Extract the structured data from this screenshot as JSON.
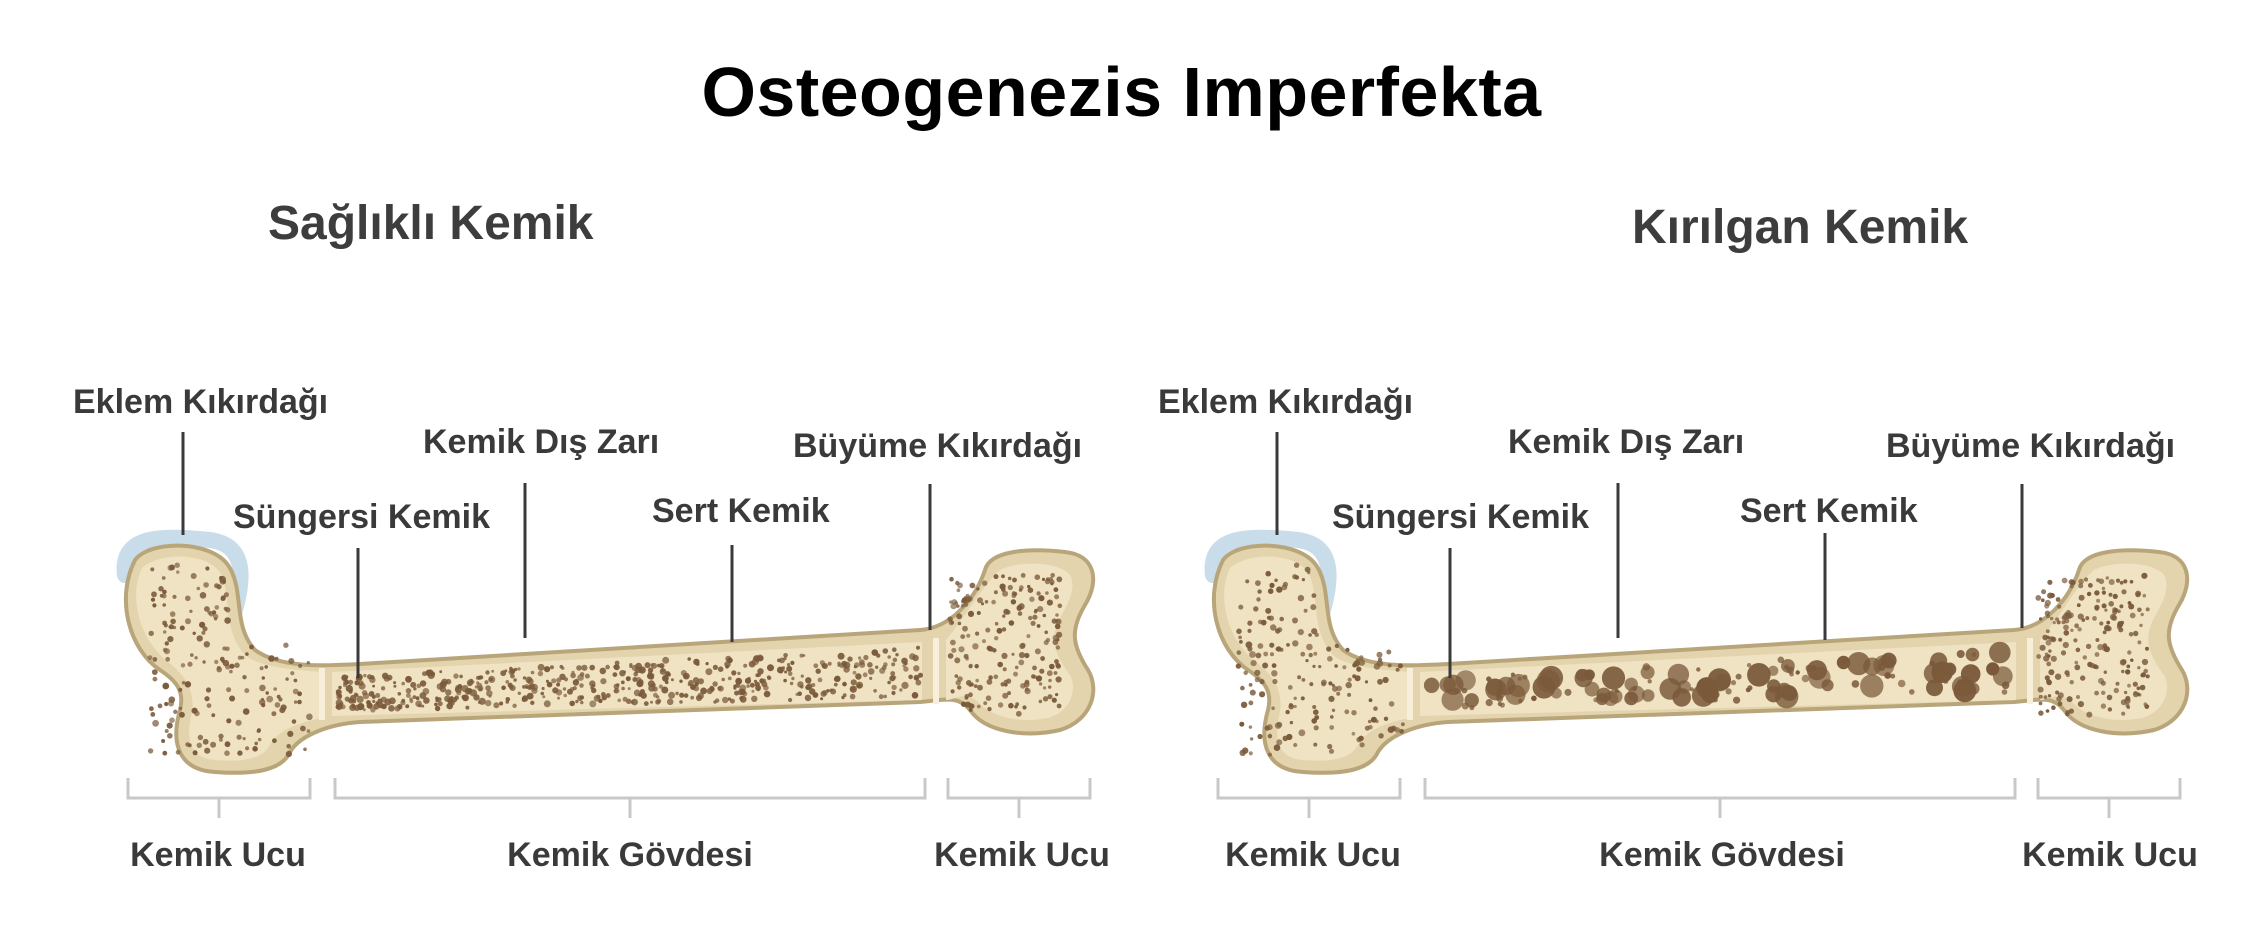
{
  "title": "Osteogenezis Imperfekta",
  "panels": [
    {
      "heading": "Sağlıklı Kemik",
      "labels": {
        "cartilage": "Eklem Kıkırdağı",
        "spongy": "Süngersi Kemik",
        "periosteum": "Kemik Dış Zarı",
        "compact": "Sert Kemik",
        "growth": "Büyüme Kıkırdağı"
      },
      "sections": {
        "end_left": "Kemik Ucu",
        "shaft": "Kemik Gövdesi",
        "end_right": "Kemik Ucu"
      }
    },
    {
      "heading": "Kırılgan Kemik",
      "labels": {
        "cartilage": "Eklem Kıkırdağı",
        "spongy": "Süngersi Kemik",
        "periosteum": "Kemik Dış Zarı",
        "compact": "Sert Kemik",
        "growth": "Büyüme Kıkırdağı"
      },
      "sections": {
        "end_left": "Kemik Ucu",
        "shaft": "Kemik Gövdesi",
        "end_right": "Kemik Ucu"
      }
    }
  ],
  "colors": {
    "bone_outer": "#d9c9a3",
    "bone_inner": "#efe3c3",
    "spongy_dots": "#7a5a3a",
    "cartilage": "#c9dce9",
    "leader_line": "#3a3a3a",
    "bracket": "#c8c8c8"
  }
}
